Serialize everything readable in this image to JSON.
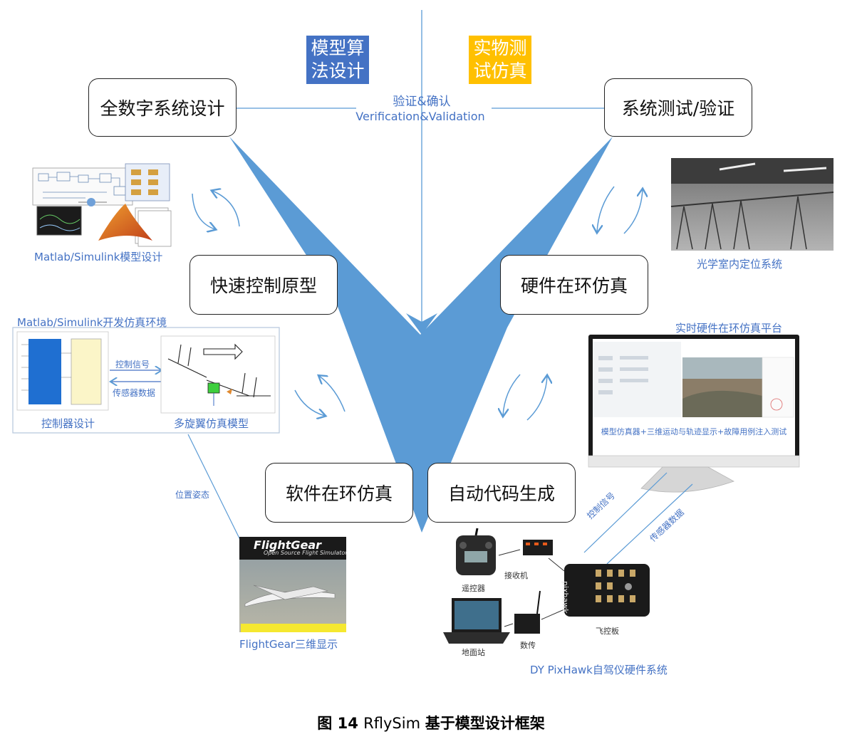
{
  "tags": {
    "model_algorithm_design": "模型算法设计",
    "physical_test_simulation": "实物测试仿真"
  },
  "vv": {
    "zh": "验证&确认",
    "en": "Verification&Validation"
  },
  "stages": {
    "full_digital_design": "全数字系统设计",
    "system_test_verify": "系统测试/验证",
    "rapid_control_prototype": "快速控制原型",
    "hil_sim": "硬件在环仿真",
    "sil_sim": "软件在环仿真",
    "auto_code_gen": "自动代码生成"
  },
  "captions": {
    "matlab_model_design": "Matlab/Simulink模型设计",
    "optical_positioning": "光学室内定位系统",
    "matlab_dev_env": "Matlab/Simulink开发仿真环境",
    "realtime_hil_platform": "实时硬件在环仿真平台",
    "controller_design": "控制器设计",
    "multirotor_model": "多旋翼仿真模型",
    "control_signal": "控制信号",
    "sensor_data": "传感器数据",
    "monitor_text": "模型仿真器+三维运动与轨迹显示+故障用例注入测试",
    "position_attitude": "位置姿态",
    "flightgear_display": "FlightGear三维显示",
    "fg_logo": "FlightGear",
    "fg_subtitle": "Open Source Flight Simulator",
    "rc_control_signal": "控制信号",
    "rc_sensor_data": "传感器数据",
    "remote_controller": "遥控器",
    "receiver": "接收机",
    "ground_station": "地面站",
    "data_link": "数传",
    "flight_controller": "飞控板",
    "pixhawk_logo": "pixhawk",
    "pixhawk_system": "DY    PixHawk自驾仪硬件系统"
  },
  "figure": {
    "number": "图 14 ",
    "title_latin": "RflySim ",
    "title_zh": "基于模型设计框架"
  },
  "colors": {
    "v_blue": "#5b9bd5",
    "tag_blue": "#4472c4",
    "tag_gold": "#ffc000",
    "caption_blue": "#4472c4"
  }
}
